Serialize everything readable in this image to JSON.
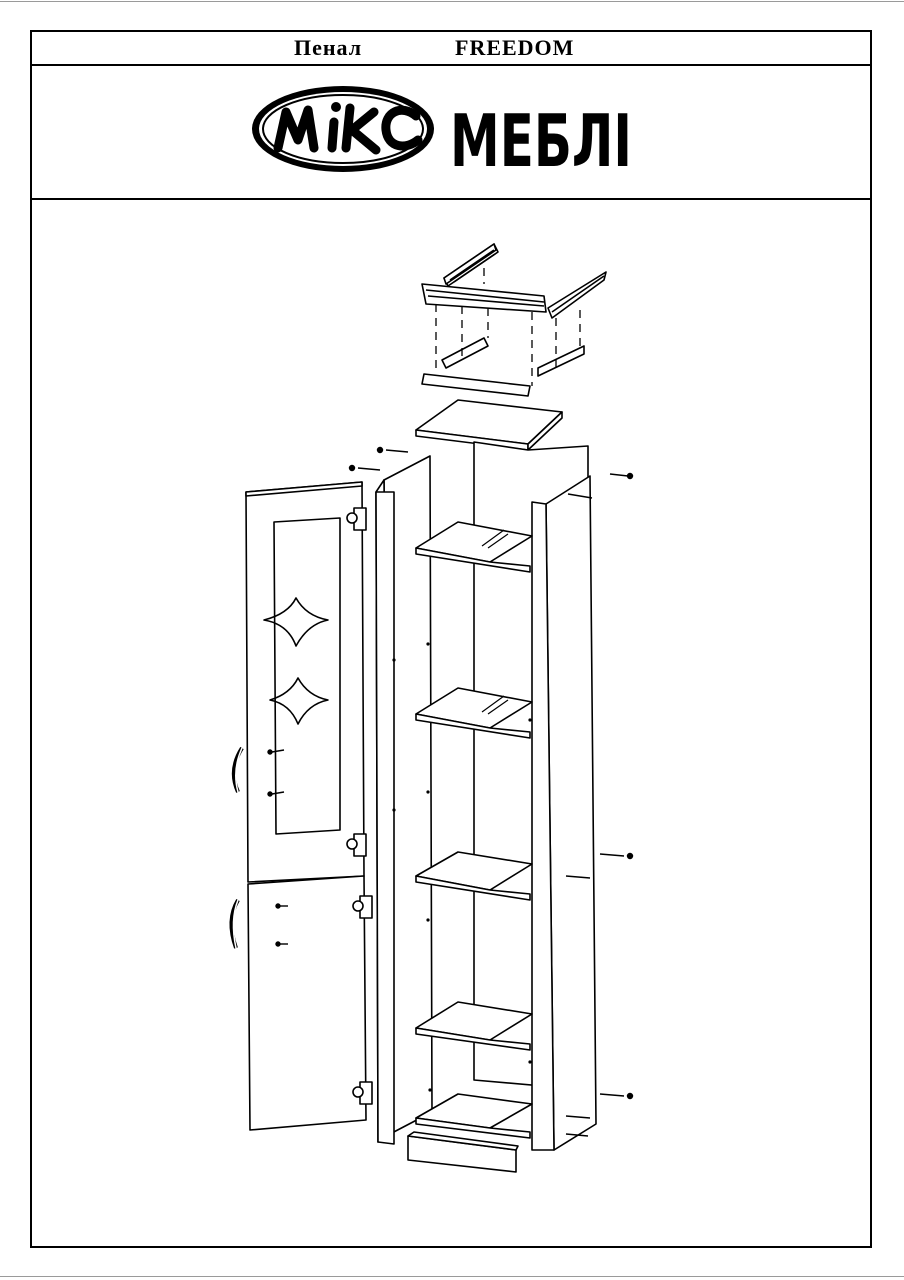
{
  "header": {
    "product_type": "Пенал",
    "model_name": "FREEDOM"
  },
  "logo": {
    "brand_left": "МІКС",
    "brand_right": "МЕБЛІ"
  },
  "illustration": {
    "icon": "exploded-assembly-diagram"
  }
}
